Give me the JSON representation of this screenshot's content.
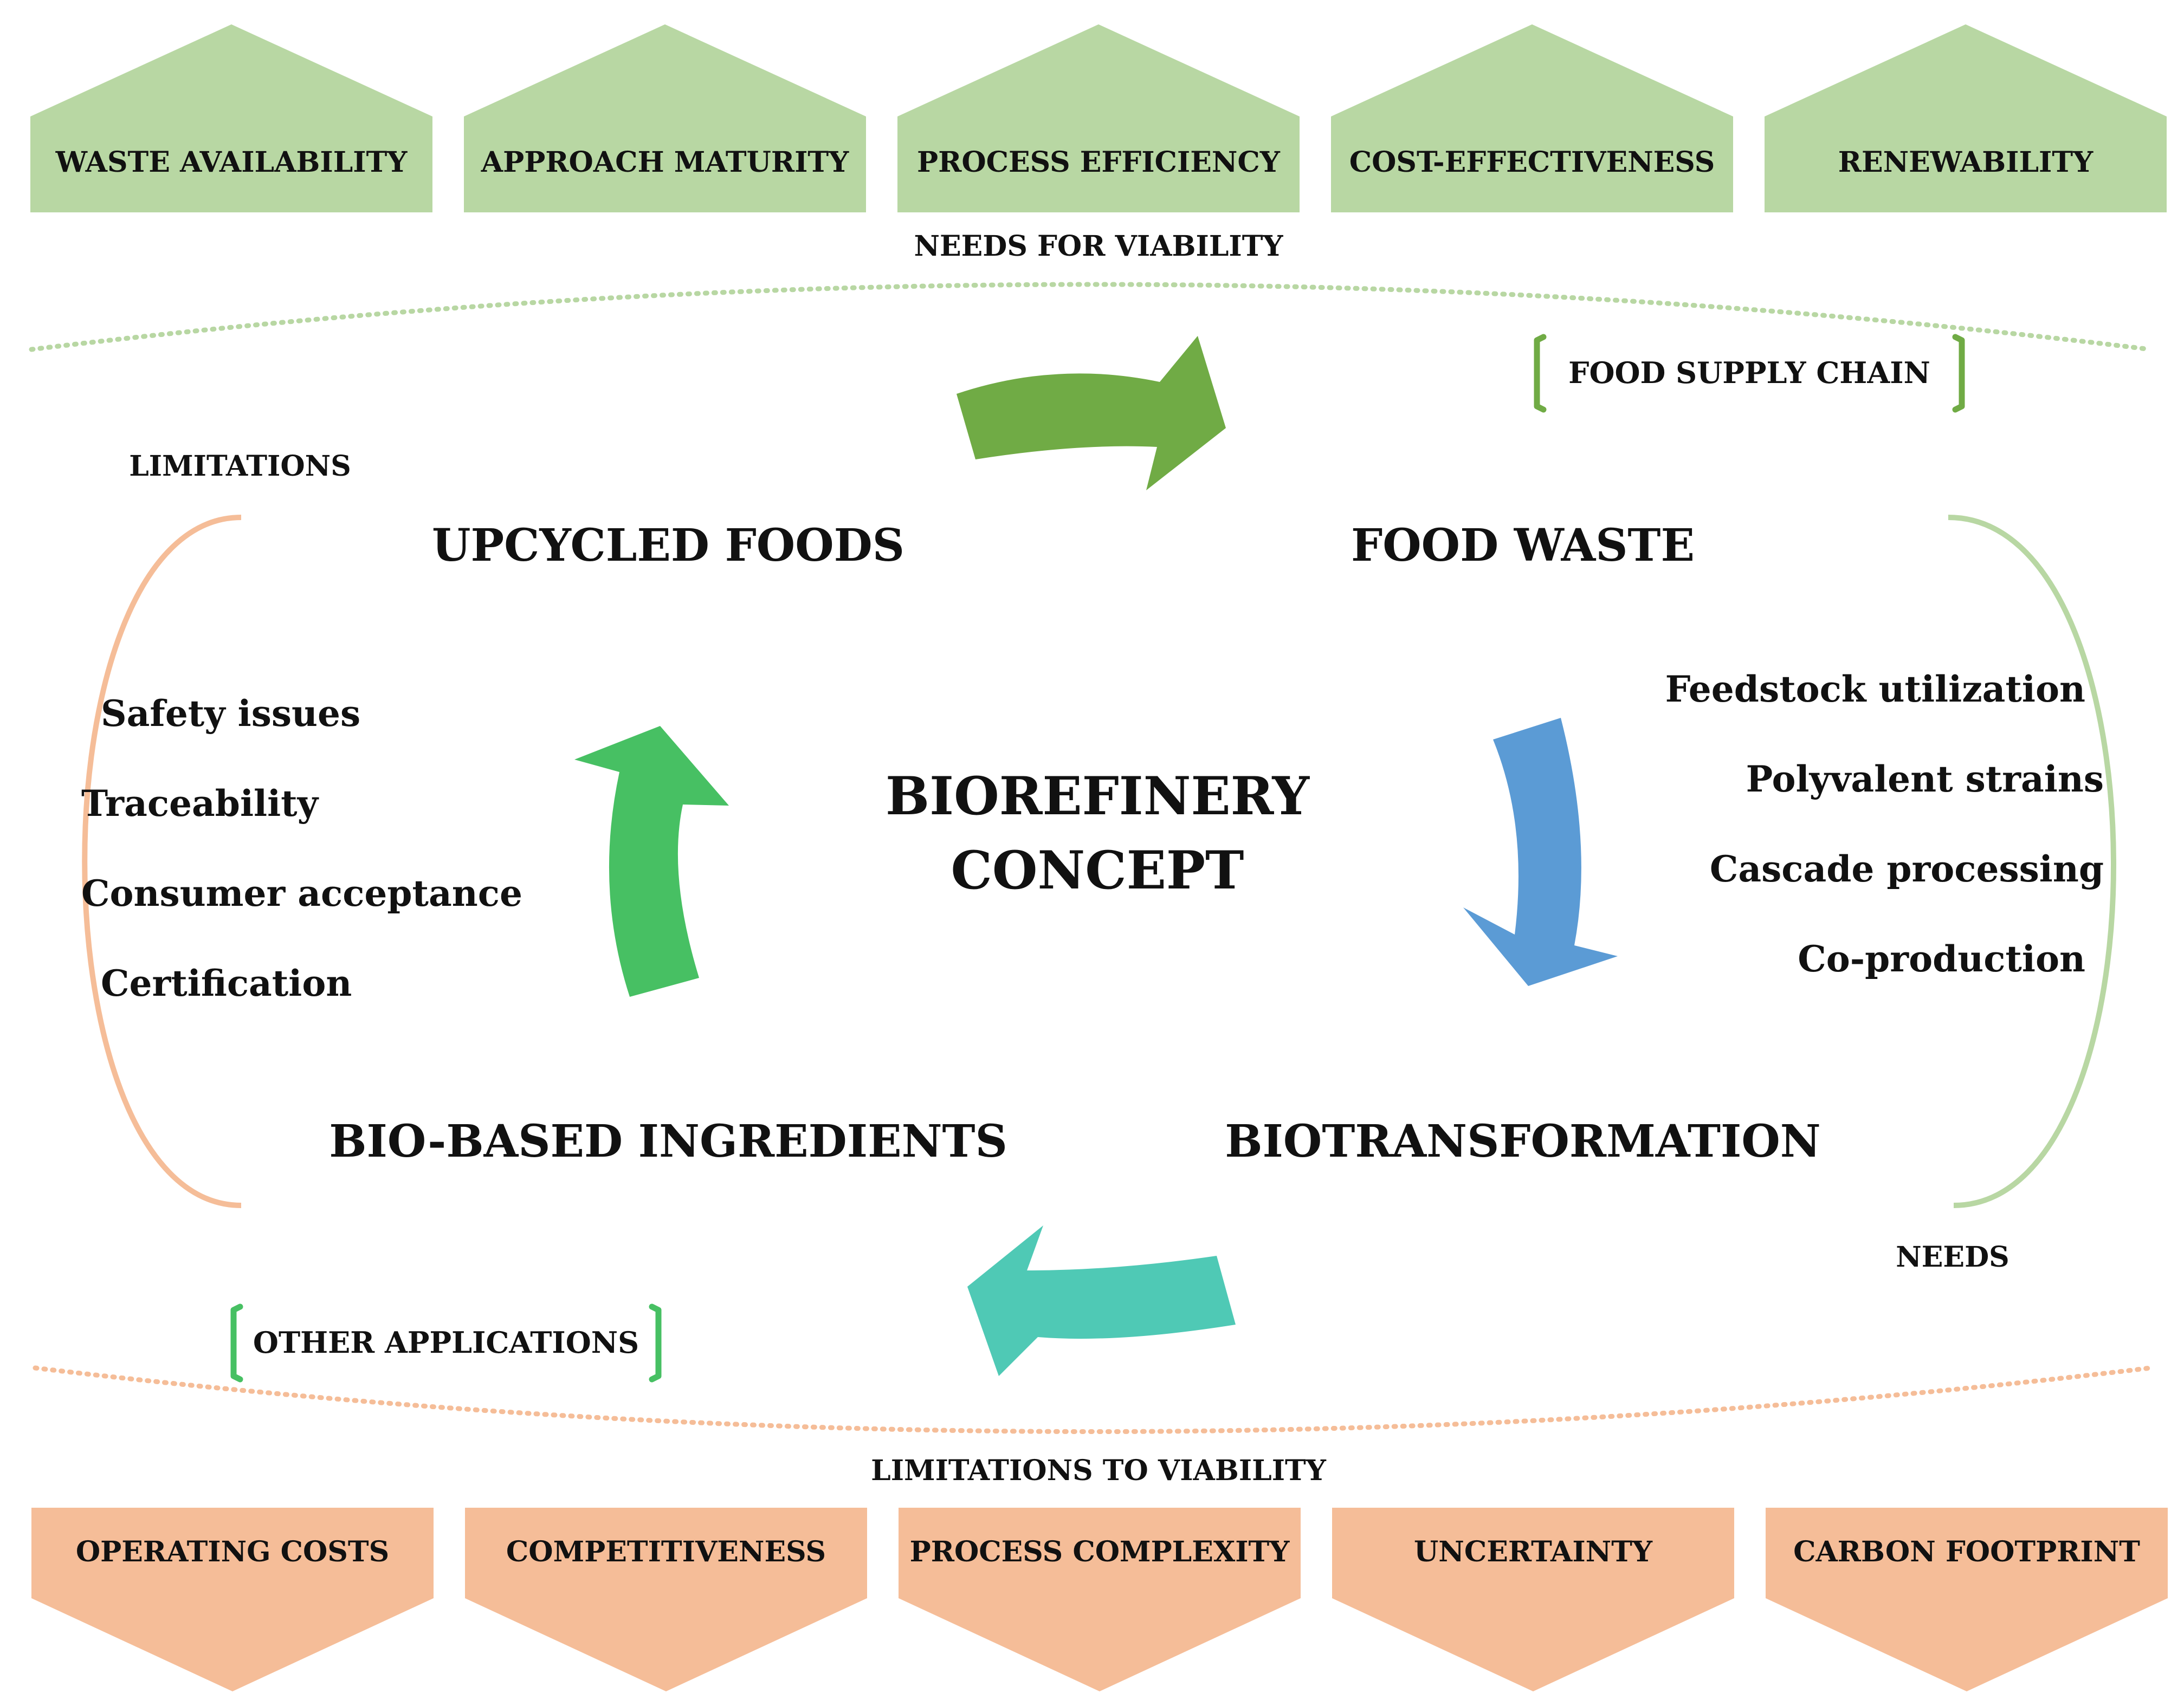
{
  "needs_for_viability": {
    "title": "NEEDS FOR VIABILITY",
    "items": [
      "WASTE AVAILABILITY",
      "APPROACH MATURITY",
      "PROCESS EFFICIENCY",
      "COST-EFFECTIVENESS",
      "RENEWABILITY"
    ],
    "color": "#b8d7a3"
  },
  "limitations_to_viability": {
    "title": "LIMITATIONS TO VIABILITY",
    "items": [
      "OPERATING COSTS",
      "COMPETITIVENESS",
      "PROCESS COMPLEXITY",
      "UNCERTAINTY",
      "CARBON FOOTPRINT"
    ],
    "color": "#f5bd98"
  },
  "center": {
    "line1": "BIOREFINERY",
    "line2": "CONCEPT"
  },
  "nodes": {
    "upcycled_foods": "UPCYCLED FOODS",
    "food_waste": "FOOD WASTE",
    "biotransformation": "BIOTRANSFORMATION",
    "bio_based_ingredients": "BIO-BASED INGREDIENTS"
  },
  "limitations": {
    "title": "LIMITATIONS",
    "items": [
      "Safety issues",
      "Traceability",
      "Consumer acceptance",
      "Certification"
    ],
    "color": "#f5bd98"
  },
  "needs": {
    "title": "NEEDS",
    "items": [
      "Feedstock utilization",
      "Polyvalent strains",
      "Cascade processing",
      "Co-production"
    ],
    "color": "#b8d7a3"
  },
  "brackets": {
    "food_supply_chain": "FOOD SUPPLY CHAIN",
    "other_applications": "OTHER APPLICATIONS"
  },
  "arrow_colors": {
    "top": "#70ab45",
    "right": "#5b9bd5",
    "bottom": "#4fc9b5",
    "left": "#47c063",
    "bracket_top": "#70ab45",
    "bracket_bottom": "#47c063"
  }
}
